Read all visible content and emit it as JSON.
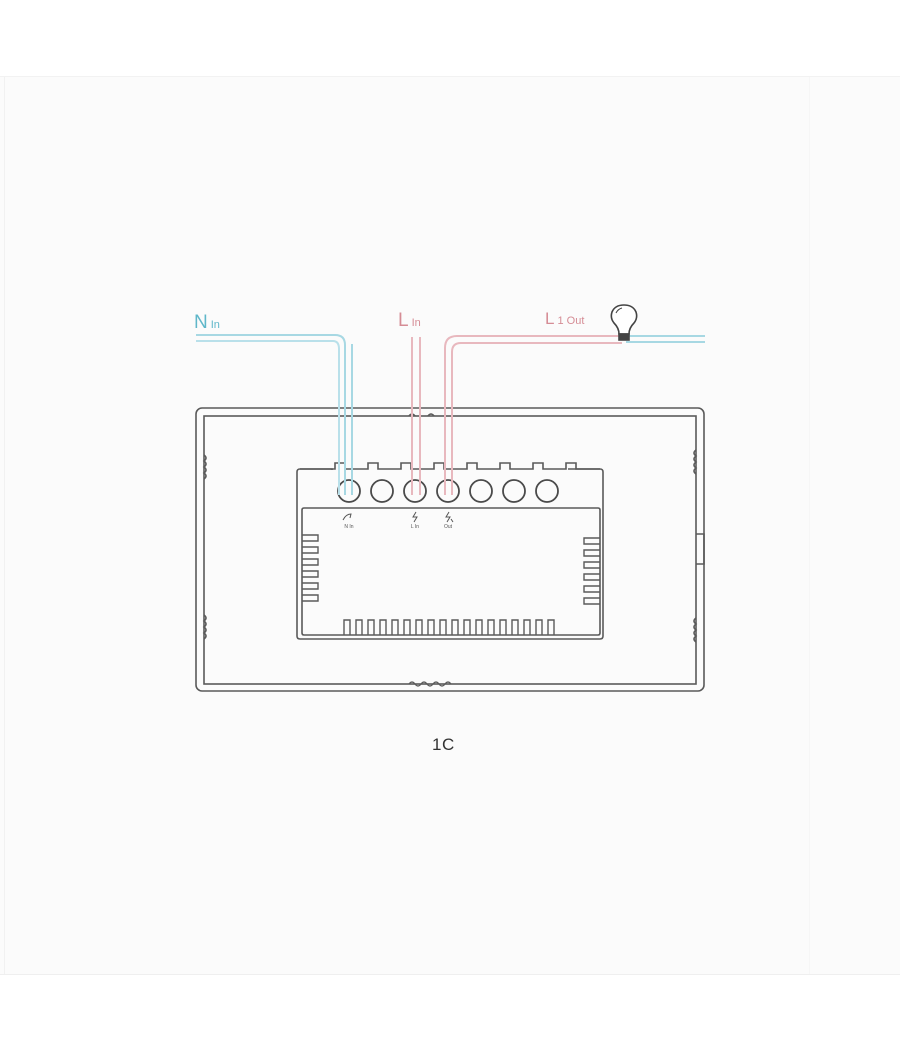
{
  "diagram": {
    "title": "1C",
    "type": "wiring-diagram",
    "colors": {
      "neutral_wire": "#9fd3df",
      "live_wire": "#e8b8be",
      "outline": "#555555",
      "neutral_label": "#5fb7c9",
      "live_label": "#d58c95"
    },
    "wires": [
      {
        "id": "n-in",
        "label_main": "N",
        "label_sub": "In",
        "color": "#9fd3df",
        "terminal": "N In"
      },
      {
        "id": "l-in",
        "label_main": "L",
        "label_sub": "In",
        "color": "#e8b8be",
        "terminal": "L In"
      },
      {
        "id": "l1-out",
        "label_main": "L",
        "label_sub": "1 Out",
        "color": "#e8b8be",
        "terminal": "Out",
        "load": "light-bulb"
      }
    ],
    "terminals": {
      "count": 7,
      "labels": [
        {
          "index": 0,
          "text": "N In",
          "symbol": "neutral"
        },
        {
          "index": 2,
          "text": "L In",
          "symbol": "lightning"
        },
        {
          "index": 3,
          "text": "Out",
          "symbol": "lightning-out"
        }
      ]
    },
    "caption": "1C"
  }
}
